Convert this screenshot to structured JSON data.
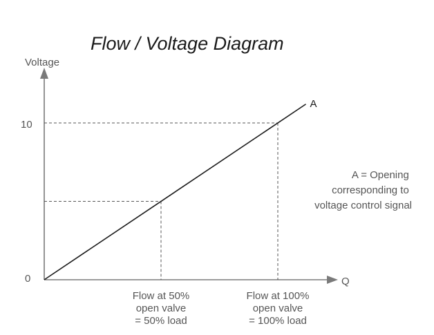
{
  "chart_data": {
    "type": "line",
    "title": "Flow / Voltage Diagram",
    "ylabel": "Voltage",
    "xlabel": "Q",
    "y_ticks": [
      "0",
      "10"
    ],
    "xlim": [
      0,
      100
    ],
    "ylim": [
      0,
      10
    ],
    "series": [
      {
        "name": "A",
        "x": [
          0,
          100
        ],
        "y": [
          0,
          10
        ]
      }
    ],
    "markers": [
      {
        "x": 50,
        "y": 5,
        "label": [
          "Flow at 50%",
          "open valve",
          "= 50% load"
        ]
      },
      {
        "x": 100,
        "y": 10,
        "label": [
          "Flow at 100%",
          "open valve",
          "= 100% load"
        ]
      }
    ],
    "annotation": [
      "A = Opening",
      "corresponding to",
      "voltage control signal"
    ],
    "colors": {
      "line": "#1a1a1a",
      "axis": "#7a7a7a",
      "text": "#555555",
      "title": "#1a1a1a"
    }
  }
}
